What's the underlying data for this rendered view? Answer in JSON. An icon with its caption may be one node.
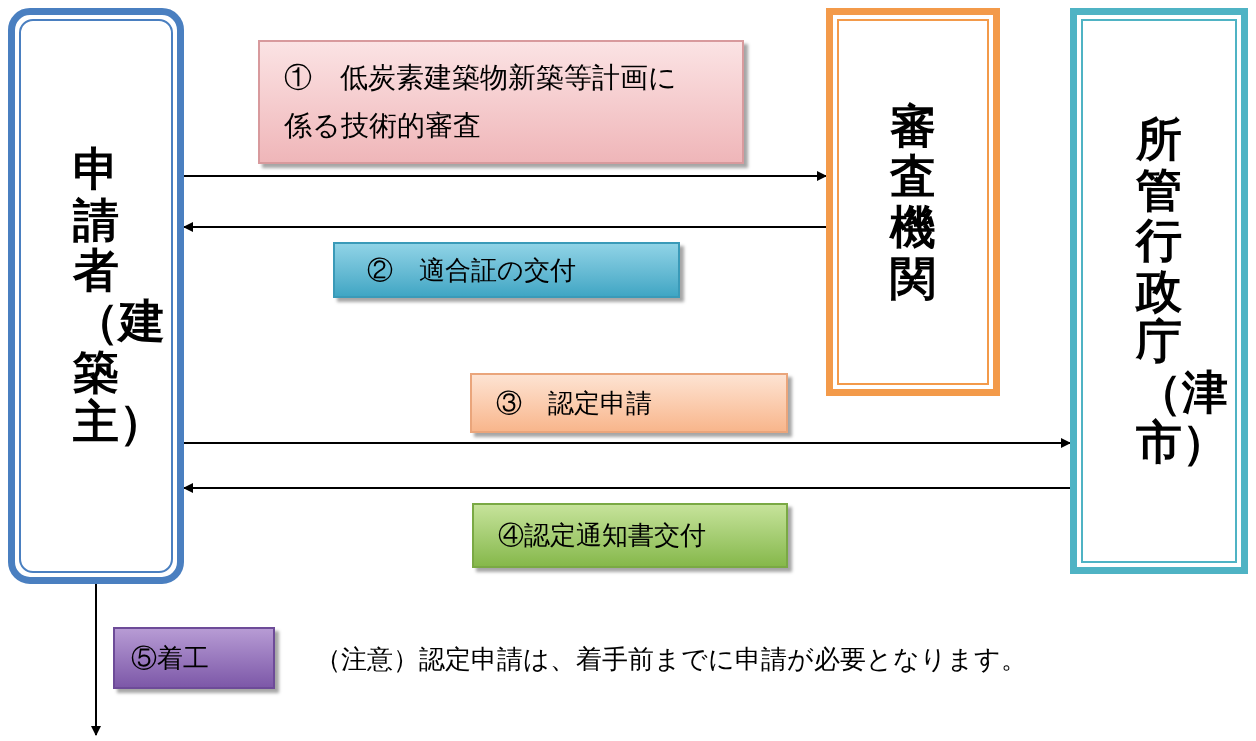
{
  "diagram": {
    "nodes": [
      {
        "text": [
          "申請者（建築主）"
        ]
      },
      {
        "text": [
          "審査機関"
        ]
      },
      {
        "text": [
          "所管行政庁（津市）"
        ]
      }
    ],
    "edges": [
      {
        "from": 0,
        "to": 1,
        "arrow": "to",
        "label": "①　低炭素建築物新築等計画に係る技術的審査"
      },
      {
        "from": 1,
        "to": 0,
        "arrow": "to",
        "label": "②　適合証の交付"
      },
      {
        "from": 0,
        "to": 2,
        "arrow": "to",
        "label": "③　認定申請"
      },
      {
        "from": 2,
        "to": 0,
        "arrow": "to",
        "label": "④認定通知書交付"
      },
      {
        "from": 0,
        "to": null,
        "arrow": "to",
        "label": "⑤着工"
      }
    ],
    "labels": [
      "（注意）認定申請は、着手前までに申請が必要となります。"
    ]
  }
}
